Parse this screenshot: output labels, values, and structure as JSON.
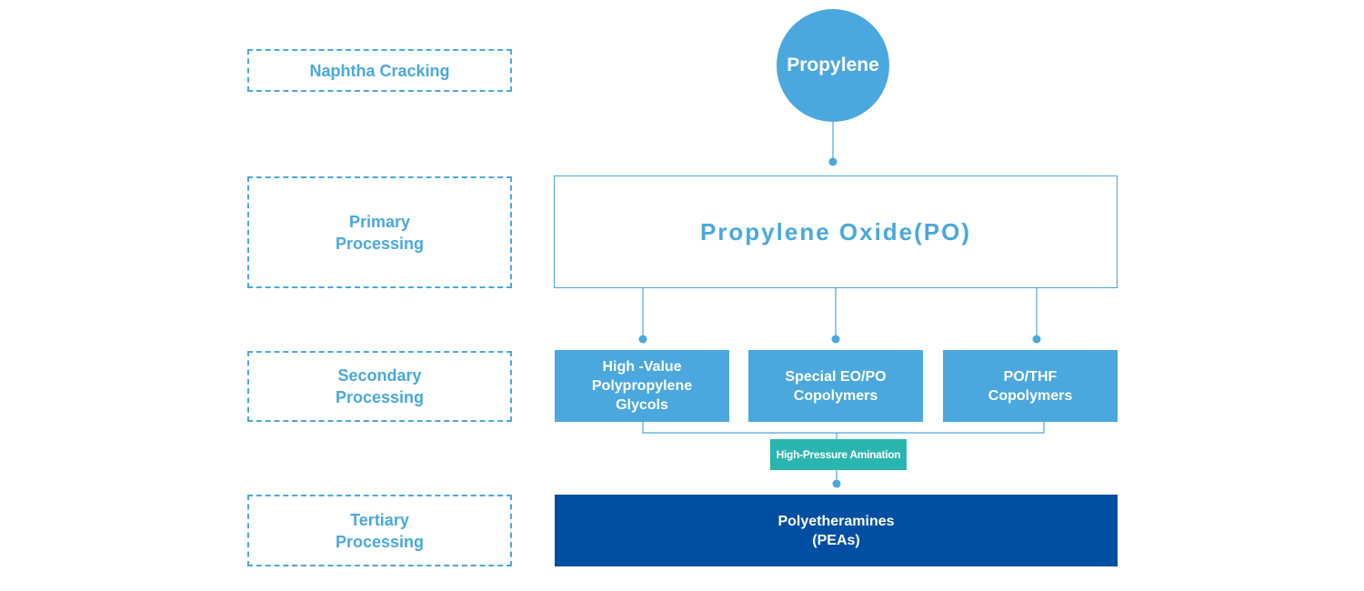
{
  "stages": [
    {
      "label": "Naphtha Cracking"
    },
    {
      "label": "Primary\nProcessing"
    },
    {
      "label": "Secondary\nProcessing"
    },
    {
      "label": "Tertiary\nProcessing"
    }
  ],
  "nodes": {
    "propylene": "Propylene",
    "propylene_oxide": "Propylene Oxide(PO)",
    "products": [
      "High -Value\nPolypropylene\nGlycols",
      "Special EO/PO\nCopolymers",
      "PO/THF\nCopolymers"
    ],
    "process": "High-Pressure Amination",
    "final": "Polyetheramines\n(PEAs)"
  },
  "colors": {
    "primary_blue": "#4aa8de",
    "teal": "#2ab5b0",
    "dark_blue": "#004fa2"
  }
}
